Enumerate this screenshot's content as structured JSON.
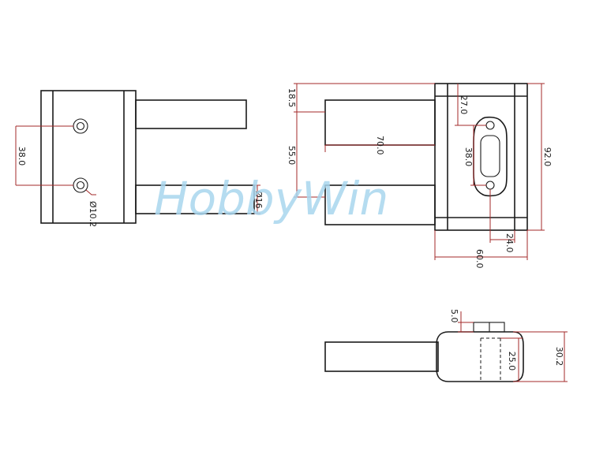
{
  "watermark": "HobbyWin",
  "colors": {
    "outline": "#1a1a1a",
    "dimension": "#a32a2a",
    "watermark": "#a9d6ee"
  },
  "dimensions": {
    "left_hole_spacing": "38.0",
    "left_hole_dia": "Ø10.2",
    "left_shaft_dia": "Ø16",
    "front_top_offset": "18.5",
    "front_shaft_spacing": "55.0",
    "front_shaft_length": "70.0",
    "front_flange_offset": "27.0",
    "front_slot_spacing": "38.0",
    "front_height": "92.0",
    "front_bottom_offset": "24.0",
    "front_width": "60.0",
    "top_step": "5.0",
    "top_inner": "25.0",
    "top_thickness": "30.2"
  }
}
